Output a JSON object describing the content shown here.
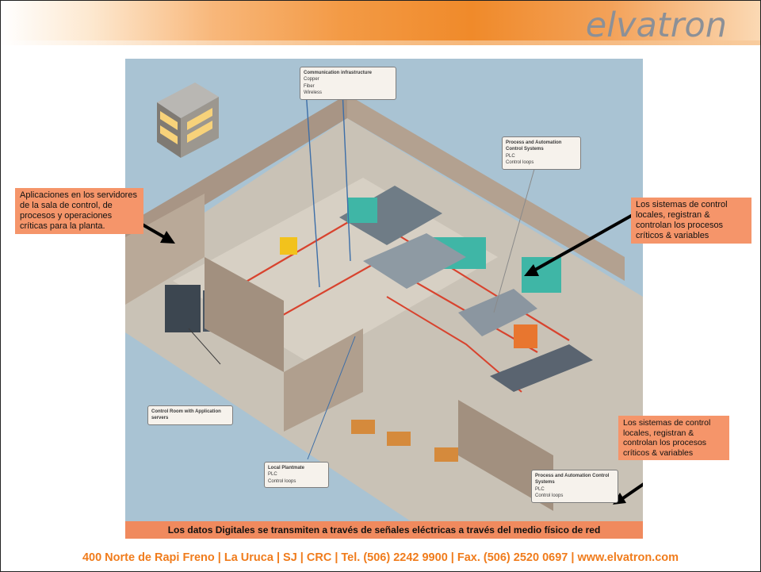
{
  "brand": {
    "logo_text": "elvatron"
  },
  "scene": {
    "illustration": "factory-network-isometric",
    "panels": {
      "communication": {
        "title": "Communication infrastructure",
        "items": [
          "Copper",
          "Fiber",
          "Wireless"
        ]
      },
      "process_top": {
        "title": "Process and Automation Control Systems",
        "items": [
          "PLC",
          "Control loops"
        ]
      },
      "control_room": {
        "title": "Control Room with Application servers",
        "items": []
      },
      "local_plantmate": {
        "title": "Local Plantmate",
        "items": [
          "PLC",
          "Control loops"
        ]
      },
      "process_bottom": {
        "title": "Process and Automation Control Systems",
        "items": [
          "PLC",
          "Control loops"
        ]
      }
    }
  },
  "callouts": {
    "left": "Aplicaciones en los servidores de la sala de control, de procesos y operaciones críticas para la planta.",
    "right": "Los sistemas de control locales, registran & controlan los procesos críticos & variables",
    "bottom_right": "Los sistemas de control locales, registran & controlan los procesos críticos & variables"
  },
  "caption": "Los datos Digitales se transmiten a través de señales eléctricas a través del medio físico de red",
  "footer": "400 Norte de Rapi Freno | La Uruca | SJ | CRC | Tel. (506) 2242 9900 | Fax. (506) 2520 0697 | www.elvatron.com",
  "colors": {
    "header_orange": "#f08a2a",
    "callout_fill": "#f5956a",
    "caption_fill": "#f08a5e",
    "footer_text": "#f07c1c",
    "sky": "#a9c3d3"
  }
}
